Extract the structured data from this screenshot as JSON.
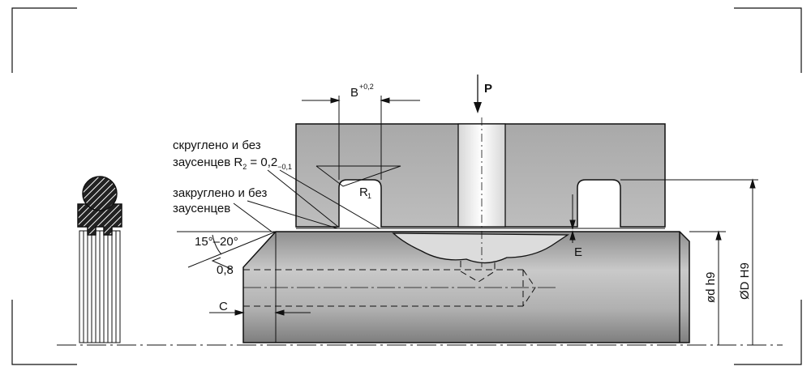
{
  "labels": {
    "note_rounded_1": "скруглено и без",
    "note_rounded_2": "заусенцев R",
    "note_r2_sub": "2",
    "note_r2_value": " = 0,2",
    "note_r2_tol": "−0,1",
    "note_deburred_1": "закруглено и без",
    "note_deburred_2": "заусенцев",
    "width_b": "B",
    "width_b_tol": "+0,2",
    "pressure": "P",
    "radius_r": "R",
    "radius_r_sub": "1",
    "chamfer_angle": "15°–20°",
    "roughness": "0,8",
    "chamfer_c": "C",
    "gap_e": "E",
    "dia_rod": "ød h9",
    "dia_bore": "ØD H9"
  },
  "colors": {
    "housing": "#b3b3b3",
    "rod": "#a8a8a8",
    "line": "#111111"
  }
}
